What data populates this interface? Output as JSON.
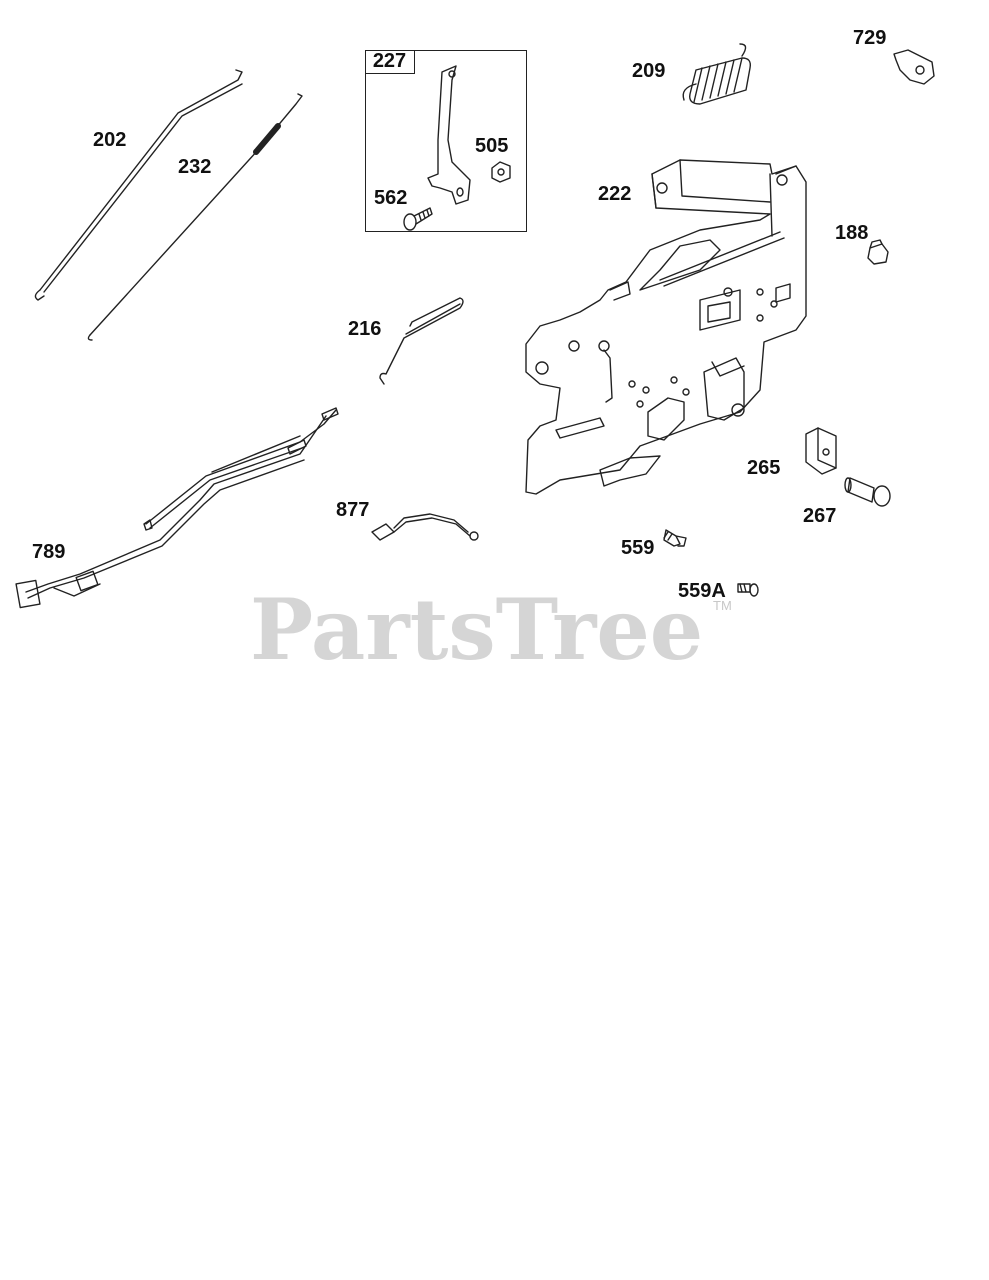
{
  "watermark": {
    "text": "PartsTree",
    "tm": "TM"
  },
  "callouts": {
    "p202": "202",
    "p232": "232",
    "p227": "227",
    "p505": "505",
    "p562": "562",
    "p209": "209",
    "p729": "729",
    "p222": "222",
    "p188": "188",
    "p216": "216",
    "p265": "265",
    "p267": "267",
    "p877": "877",
    "p559": "559",
    "p559a": "559A",
    "p789": "789"
  }
}
